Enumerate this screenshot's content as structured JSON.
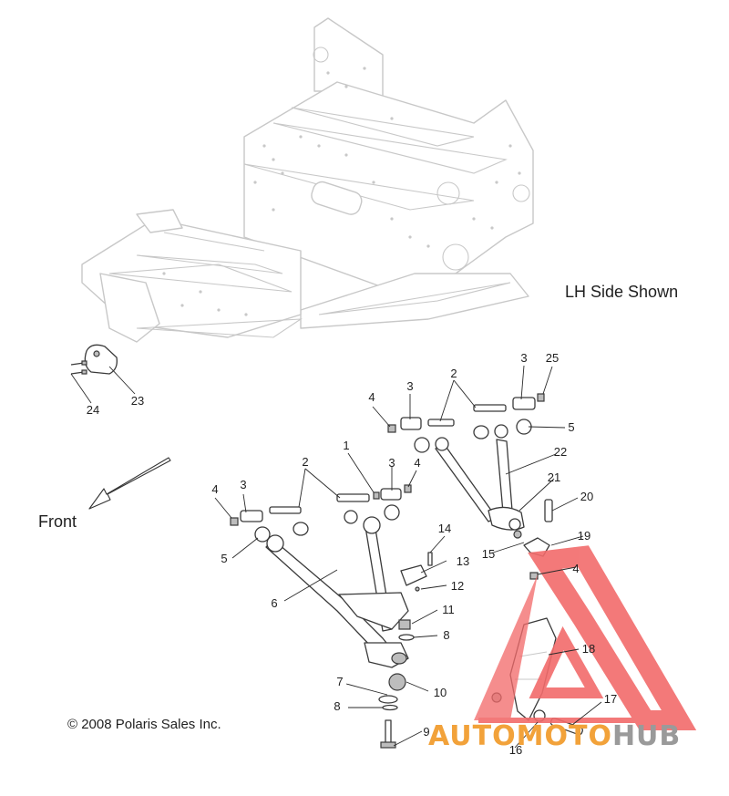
{
  "labels": {
    "side_note": "LH Side Shown",
    "front": "Front",
    "copyright": "© 2008 Polaris Sales Inc."
  },
  "callouts": [
    "1",
    "2",
    "2",
    "3",
    "3",
    "3",
    "3",
    "4",
    "4",
    "4",
    "4",
    "5",
    "5",
    "6",
    "7",
    "8",
    "8",
    "9",
    "10",
    "11",
    "12",
    "13",
    "14",
    "15",
    "16",
    "17",
    "18",
    "19",
    "20",
    "21",
    "22",
    "23",
    "24",
    "25"
  ],
  "watermark": {
    "part1": "AUTOMOTO",
    "part2": "HUB",
    "color_primary": "#f2a23a",
    "color_secondary": "#9a9a9a",
    "triangle_color": "#f26b6b"
  }
}
